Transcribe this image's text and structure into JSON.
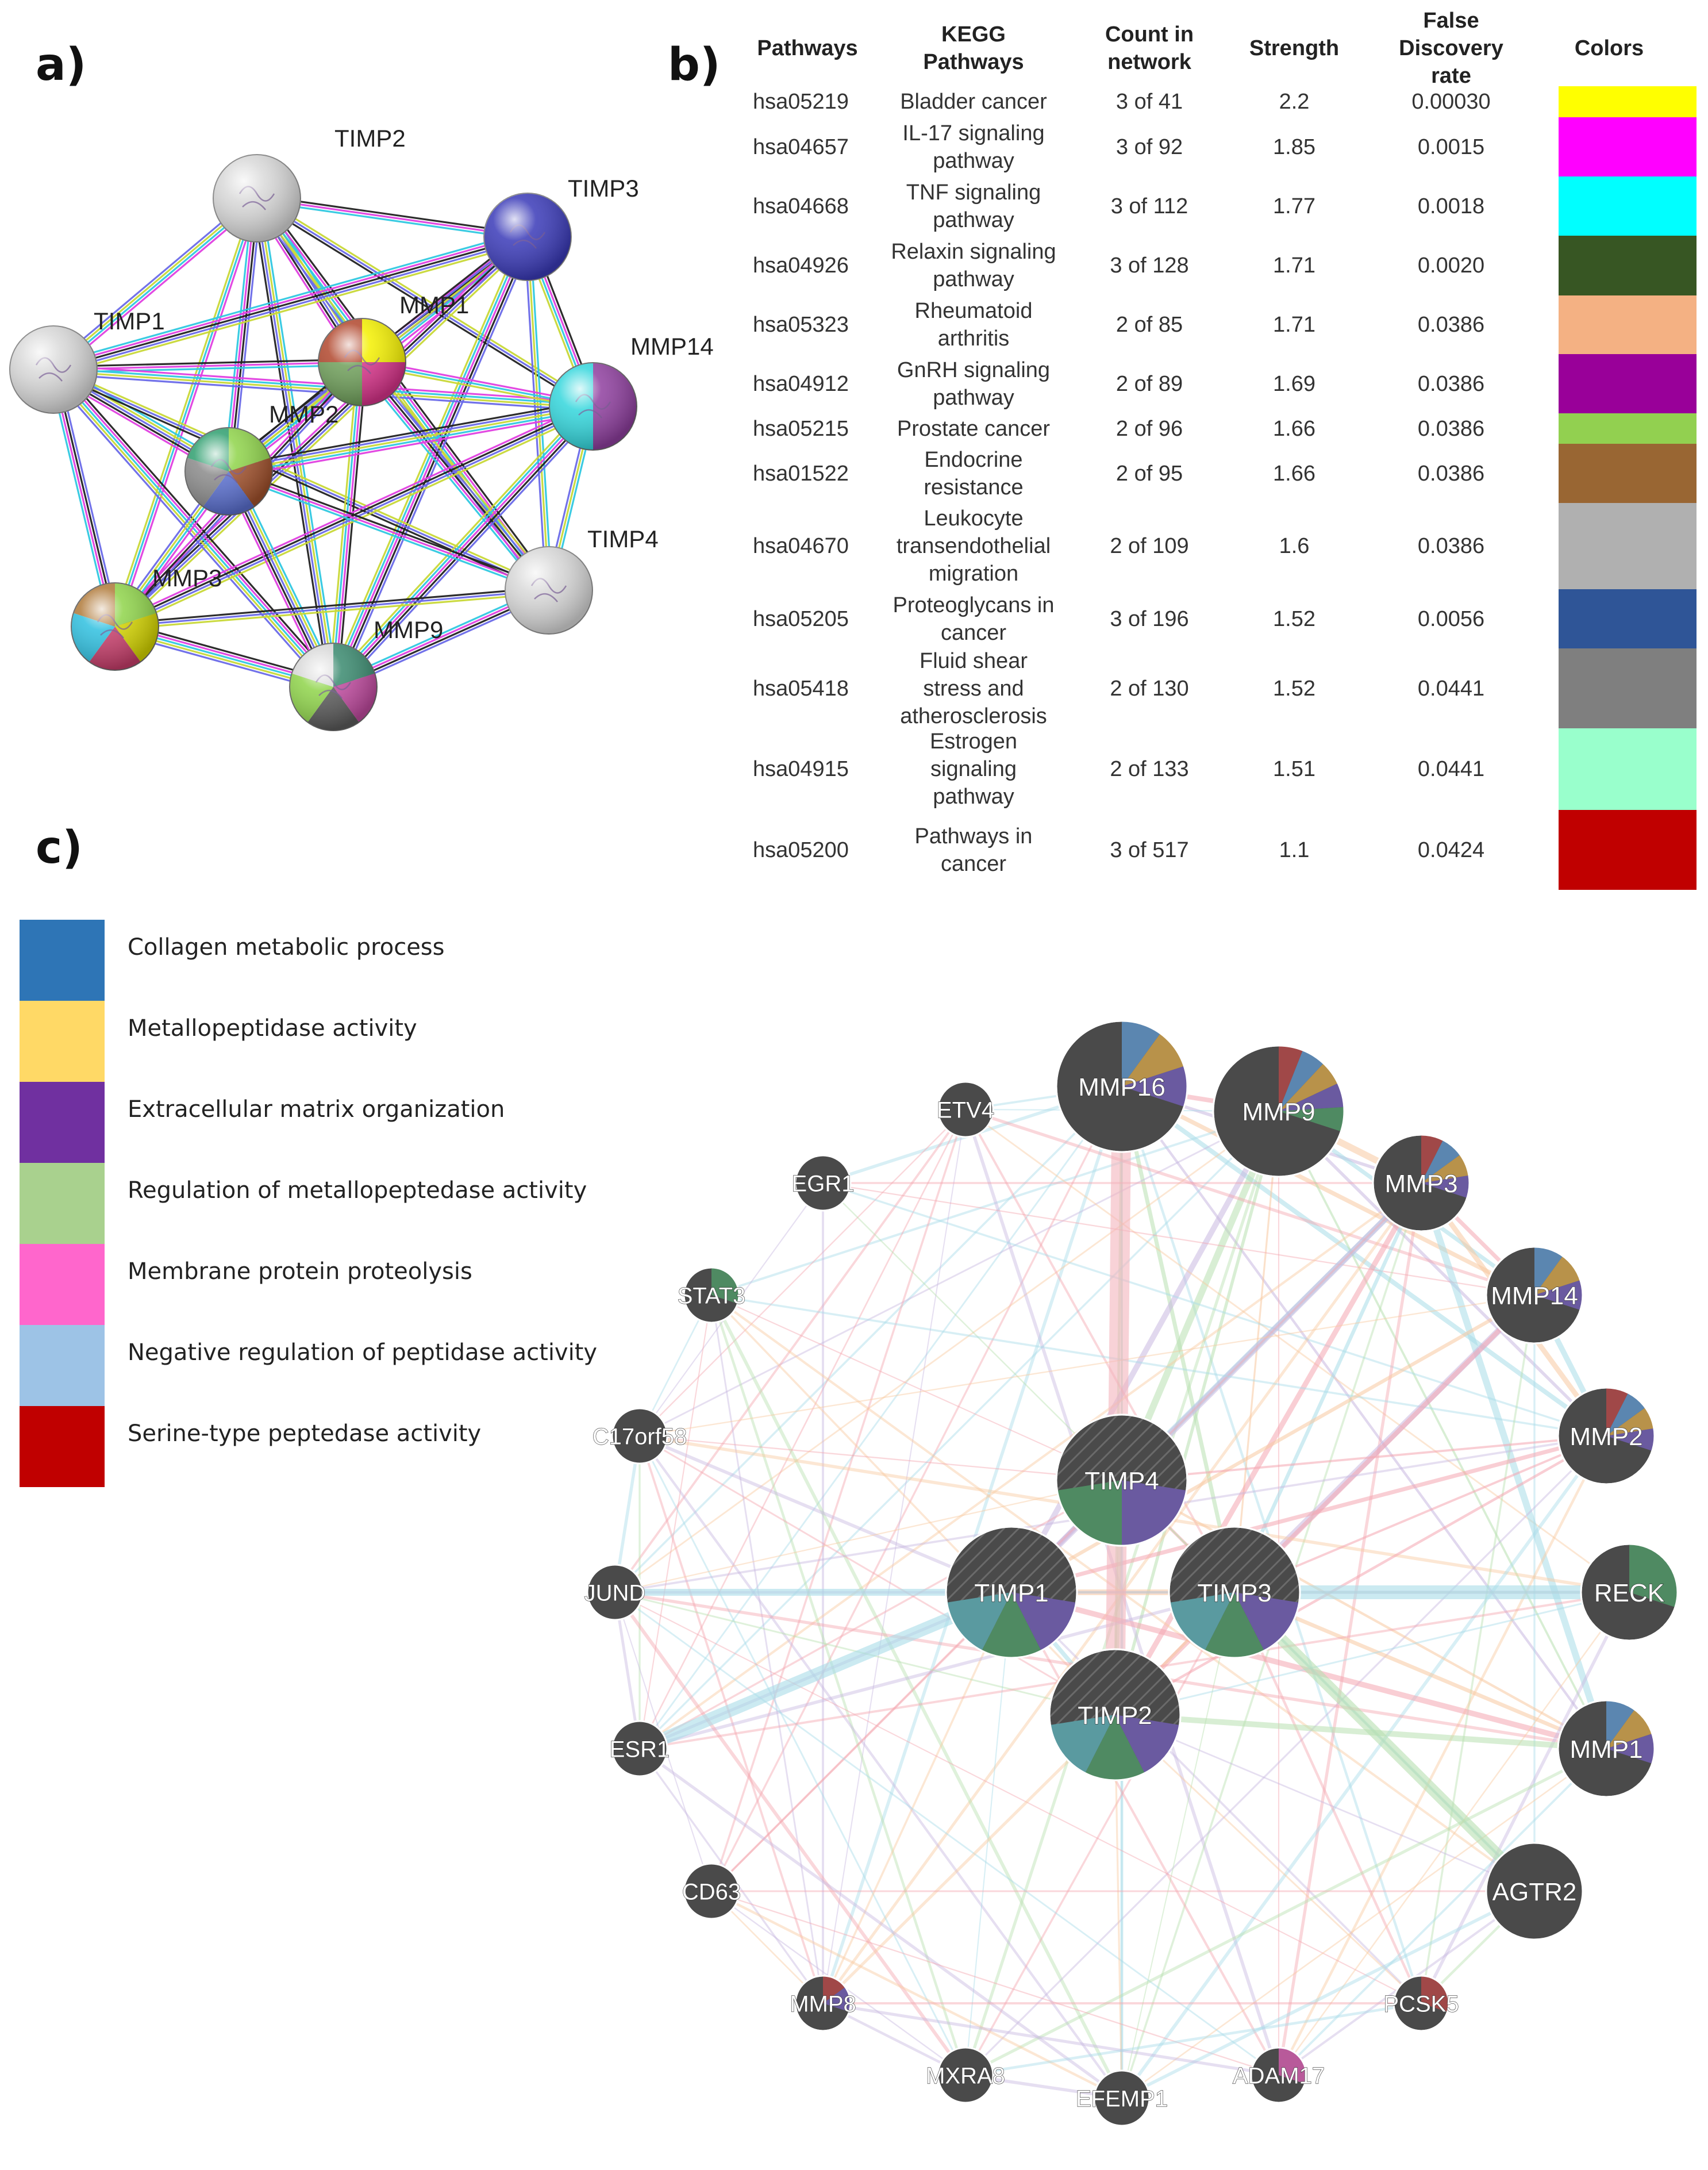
{
  "panels": {
    "a": "a)",
    "b": "b)",
    "c": "c)"
  },
  "string_network": {
    "nodes": [
      {
        "id": "TIMP2",
        "label": "TIMP2",
        "colors": [
          "#d8d8d8"
        ]
      },
      {
        "id": "TIMP3",
        "label": "TIMP3",
        "colors": [
          "#3a3ab8"
        ]
      },
      {
        "id": "TIMP1",
        "label": "TIMP1",
        "colors": [
          "#d8d8d8"
        ]
      },
      {
        "id": "MMP1",
        "label": "MMP1",
        "colors": [
          "#f4f000",
          "#d8338a",
          "#6f9f5a",
          "#b1472d"
        ]
      },
      {
        "id": "MMP14",
        "label": "MMP14",
        "colors": [
          "#8f3f9f",
          "#33d6dc"
        ]
      },
      {
        "id": "MMP2",
        "label": "MMP2",
        "colors": [
          "#8fd44a",
          "#a1512c",
          "#5a6fcf",
          "#8a8a8a",
          "#2f9f6f"
        ]
      },
      {
        "id": "TIMP4",
        "label": "TIMP4",
        "colors": [
          "#d8d8d8"
        ]
      },
      {
        "id": "MMP3",
        "label": "MMP3",
        "colors": [
          "#8fd44a",
          "#d4d400",
          "#c63d6a",
          "#2fc0e0",
          "#b07a3a"
        ]
      },
      {
        "id": "MMP9",
        "label": "MMP9",
        "colors": [
          "#3a8a6f",
          "#c04a9f",
          "#5a5a5a",
          "#8fd44a",
          "#d8d8d8"
        ]
      }
    ],
    "edge_colors": [
      "#222222",
      "#e040e0",
      "#30c8e0",
      "#c8d838",
      "#6a6ae8"
    ]
  },
  "kegg_table": {
    "headers": {
      "pathways": "Pathways",
      "kegg": "KEGG\nPathways",
      "count": "Count in\nnetwork",
      "strength": "Strength",
      "fdr": "False\nDiscovery\nrate",
      "colors": "Colors"
    },
    "rows": [
      {
        "id": "hsa05219",
        "name": "Bladder cancer",
        "count": "3 of 41",
        "strength": "2.2",
        "fdr": "0.00030",
        "color": "#ffff00"
      },
      {
        "id": "hsa04657",
        "name": "IL-17 signaling\npathway",
        "count": "3 of 92",
        "strength": "1.85",
        "fdr": "0.0015",
        "color": "#ff00ff"
      },
      {
        "id": "hsa04668",
        "name": "TNF signaling\npathway",
        "count": "3 of 112",
        "strength": "1.77",
        "fdr": "0.0018",
        "color": "#00ffff"
      },
      {
        "id": "hsa04926",
        "name": "Relaxin signaling\npathway",
        "count": "3 of 128",
        "strength": "1.71",
        "fdr": "0.0020",
        "color": "#375623"
      },
      {
        "id": "hsa05323",
        "name": "Rheumatoid\narthritis",
        "count": "2 of 85",
        "strength": "1.71",
        "fdr": "0.0386",
        "color": "#f4b183"
      },
      {
        "id": "hsa04912",
        "name": "GnRH signaling\npathway",
        "count": "2 of 89",
        "strength": "1.69",
        "fdr": "0.0386",
        "color": "#990099"
      },
      {
        "id": "hsa05215",
        "name": "Prostate cancer",
        "count": "2 of 96",
        "strength": "1.66",
        "fdr": "0.0386",
        "color": "#92d050"
      },
      {
        "id": "hsa01522",
        "name": "Endocrine\nresistance",
        "count": "2 of 95",
        "strength": "1.66",
        "fdr": "0.0386",
        "color": "#996633"
      },
      {
        "id": "hsa04670",
        "name": "Leukocyte\ntransendothelial\nmigration",
        "count": "2 of 109",
        "strength": "1.6",
        "fdr": "0.0386",
        "color": "#b0b0b0"
      },
      {
        "id": "hsa05205",
        "name": "Proteoglycans in\ncancer",
        "count": "3 of 196",
        "strength": "1.52",
        "fdr": "0.0056",
        "color": "#2f5597"
      },
      {
        "id": "hsa05418",
        "name": "Fluid shear\nstress and\natherosclerosis",
        "count": "2 of 130",
        "strength": "1.52",
        "fdr": "0.0441",
        "color": "#7f7f7f"
      },
      {
        "id": "hsa04915",
        "name": "Estrogen\nsignaling\npathway",
        "count": "2 of 133",
        "strength": "1.51",
        "fdr": "0.0441",
        "color": "#99ffcc"
      },
      {
        "id": "hsa05200",
        "name": "Pathways in\ncancer",
        "count": "3 of 517",
        "strength": "1.1",
        "fdr": "0.0424",
        "color": "#c00000"
      }
    ]
  },
  "genemania_legend": [
    {
      "label": "Collagen metabolic process",
      "color": "#2e75b6"
    },
    {
      "label": "Metallopeptidase activity",
      "color": "#ffd966"
    },
    {
      "label": "Extracellular matrix organization",
      "color": "#7030a0"
    },
    {
      "label": "Regulation of metallopeptedase activity",
      "color": "#a9d18e"
    },
    {
      "label": "Membrane protein proteolysis",
      "color": "#ff66cc"
    },
    {
      "label": "Negative regulation of peptidase activity",
      "color": "#9dc3e6"
    },
    {
      "label": "Serine-type peptedase activity",
      "color": "#c00000"
    }
  ],
  "genemania_network": {
    "node_fill": "#4a4a4a",
    "nodes": [
      {
        "id": "MMP16",
        "label": "MMP16",
        "size": "large",
        "annot": [
          "collagen",
          "metallo",
          "ecm"
        ]
      },
      {
        "id": "MMP9",
        "label": "MMP9",
        "size": "large",
        "annot": [
          "serine",
          "collagen",
          "metallo",
          "ecm",
          "reg"
        ]
      },
      {
        "id": "ETV4",
        "label": "ETV4",
        "size": "small",
        "annot": []
      },
      {
        "id": "EGR1",
        "label": "EGR1",
        "size": "small",
        "annot": []
      },
      {
        "id": "MMP3",
        "label": "MMP3",
        "size": "medium",
        "annot": [
          "serine",
          "collagen",
          "metallo",
          "ecm"
        ]
      },
      {
        "id": "STAT3",
        "label": "STAT3",
        "size": "small",
        "annot": [
          "reg"
        ]
      },
      {
        "id": "MMP14",
        "label": "MMP14",
        "size": "medium",
        "annot": [
          "collagen",
          "metallo",
          "ecm"
        ]
      },
      {
        "id": "C17orf58",
        "label": "C17orf58",
        "size": "small",
        "annot": []
      },
      {
        "id": "MMP2",
        "label": "MMP2",
        "size": "medium",
        "annot": [
          "serine",
          "collagen",
          "metallo",
          "ecm"
        ]
      },
      {
        "id": "TIMP4",
        "label": "TIMP4",
        "size": "xlarge",
        "annot": [
          "ecm",
          "reg"
        ]
      },
      {
        "id": "TIMP1",
        "label": "TIMP1",
        "size": "xlarge",
        "annot": [
          "ecm",
          "reg",
          "negreg"
        ]
      },
      {
        "id": "TIMP3",
        "label": "TIMP3",
        "size": "xlarge",
        "annot": [
          "ecm",
          "reg",
          "negreg"
        ]
      },
      {
        "id": "JUND",
        "label": "JUND",
        "size": "small",
        "annot": []
      },
      {
        "id": "RECK",
        "label": "RECK",
        "size": "medium",
        "annot": [
          "reg"
        ]
      },
      {
        "id": "TIMP2",
        "label": "TIMP2",
        "size": "xlarge",
        "annot": [
          "ecm",
          "reg",
          "negreg"
        ]
      },
      {
        "id": "ESR1",
        "label": "ESR1",
        "size": "small",
        "annot": []
      },
      {
        "id": "MMP1",
        "label": "MMP1",
        "size": "medium",
        "annot": [
          "collagen",
          "metallo",
          "ecm"
        ]
      },
      {
        "id": "CD63",
        "label": "CD63",
        "size": "small",
        "annot": []
      },
      {
        "id": "AGTR2",
        "label": "AGTR2",
        "size": "medium",
        "annot": []
      },
      {
        "id": "MMP8",
        "label": "MMP8",
        "size": "small",
        "annot": [
          "serine",
          "ecm"
        ]
      },
      {
        "id": "PCSK5",
        "label": "PCSK5",
        "size": "small",
        "annot": [
          "serine"
        ]
      },
      {
        "id": "MXRA8",
        "label": "MXRA8",
        "size": "small",
        "annot": []
      },
      {
        "id": "ADAM17",
        "label": "ADAM17",
        "size": "small",
        "annot": [
          "memb"
        ]
      },
      {
        "id": "EFEMP1",
        "label": "EFEMP1",
        "size": "small",
        "annot": []
      }
    ],
    "edge_colors": [
      "#f4a6b0",
      "#f8c9a0",
      "#a8dce8",
      "#c8b8e0",
      "#b8e0b0"
    ]
  }
}
